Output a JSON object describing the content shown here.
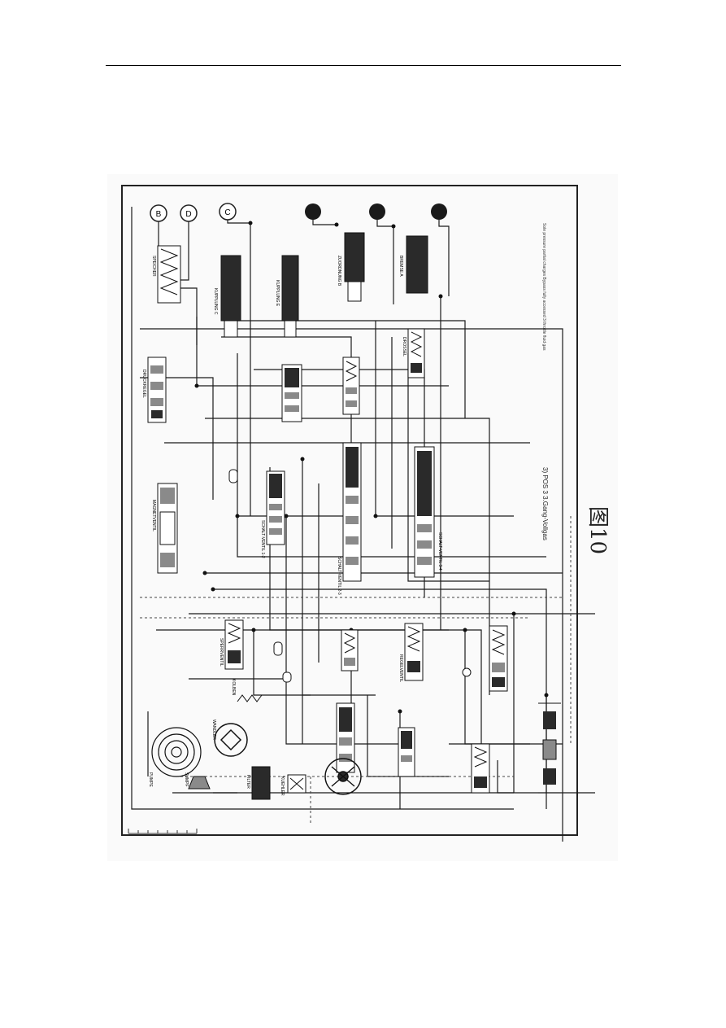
{
  "circles": {
    "b": "B",
    "d": "D",
    "c": "C"
  },
  "labels": {
    "caption_main": "3) POS 3 3.Gang-Vollgas",
    "caption_legend": "Sole pressure partial charges  Bypass fully accessed  3 throttle fluid gas",
    "kupplung_c": "KUPPLUNG C",
    "kupplung_e": "KUPPLUNG E",
    "zuordnung": "ZUORDNUNG B",
    "bremse_a": "BREMSE A",
    "drossel": "DROSSEL",
    "magnetventil": "MAGNETVENTIL",
    "druckregel": "DRUCKREGEL",
    "schalt_1": "SCHALT-VENTIL 1-2",
    "schalt_2": "SCHALT-VENTIL 2-3",
    "schalt_3": "SCHALT-VENTIL 3-4",
    "sperrventil": "SPERRVENTIL",
    "pumpe": "PUMPE",
    "filter": "FILTER",
    "sumpf": "SUMPF",
    "kolben": "KOLBEN",
    "wandler": "WANDLER",
    "kuehler": "KUEHLER",
    "regelventil": "REGELVENTIL",
    "speicher": "SPEICHER"
  },
  "figure_label": "图10",
  "colors": {
    "ink": "#1a1a1a",
    "frame": "#222222",
    "dark_fill": "#2a2a2a",
    "grey_fill": "#8a8a8a"
  }
}
